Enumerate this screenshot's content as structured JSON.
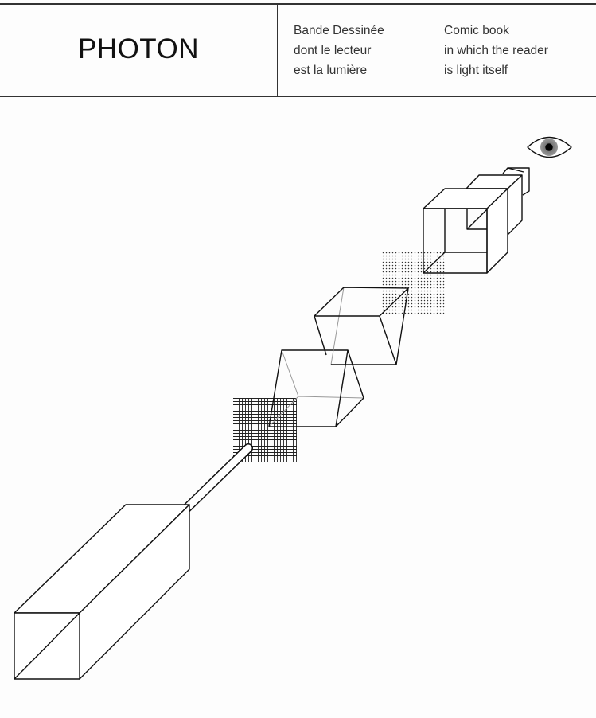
{
  "header": {
    "title": "PHOTON",
    "french_lines": [
      "Bande Dessinée",
      "dont le lecteur",
      "est la lumière"
    ],
    "english_lines": [
      "Comic book",
      "in which the reader",
      "is light itself"
    ]
  },
  "illustration": {
    "elements": [
      "light-source-box",
      "light-rod",
      "line-grid-filter",
      "prism-lower",
      "prism-upper",
      "dot-grid-filter",
      "open-cube",
      "eyepiece-boxes",
      "eye-icon"
    ],
    "ink_color": "#111111"
  }
}
